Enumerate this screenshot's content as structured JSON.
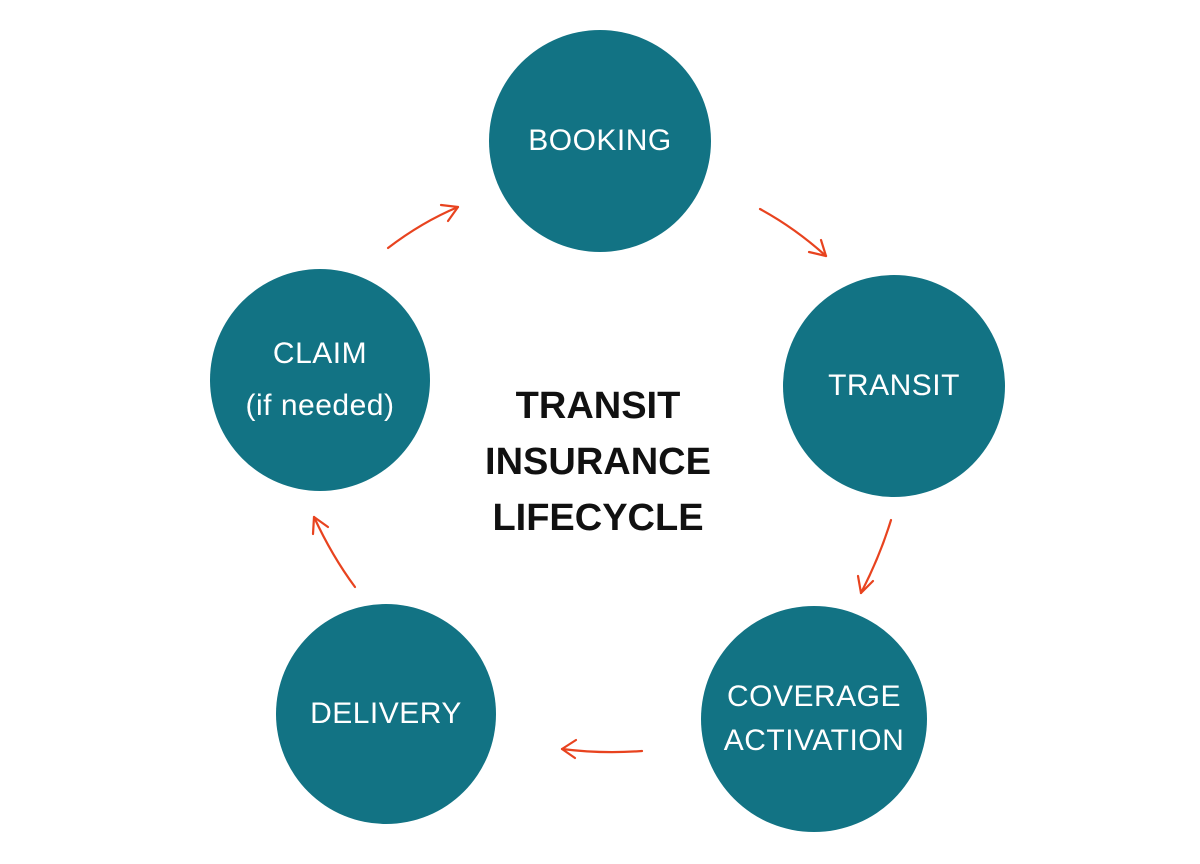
{
  "diagram": {
    "title_lines": [
      "TRANSIT",
      "INSURANCE",
      "LIFECYCLE"
    ],
    "colors": {
      "node_fill": "#127384",
      "node_text": "#ffffff",
      "arrow": "#e8431f",
      "title_text": "#111111",
      "background": "#ffffff"
    },
    "nodes": [
      {
        "id": "booking",
        "lines": [
          "BOOKING"
        ]
      },
      {
        "id": "transit",
        "lines": [
          "TRANSIT"
        ]
      },
      {
        "id": "coverage",
        "lines": [
          "COVERAGE",
          "ACTIVATION"
        ]
      },
      {
        "id": "delivery",
        "lines": [
          "DELIVERY"
        ]
      },
      {
        "id": "claim",
        "lines": [
          "CLAIM",
          "(if needed)"
        ]
      }
    ],
    "edges": [
      {
        "from": "booking",
        "to": "transit"
      },
      {
        "from": "transit",
        "to": "coverage"
      },
      {
        "from": "coverage",
        "to": "delivery"
      },
      {
        "from": "delivery",
        "to": "claim"
      },
      {
        "from": "claim",
        "to": "booking"
      }
    ]
  }
}
